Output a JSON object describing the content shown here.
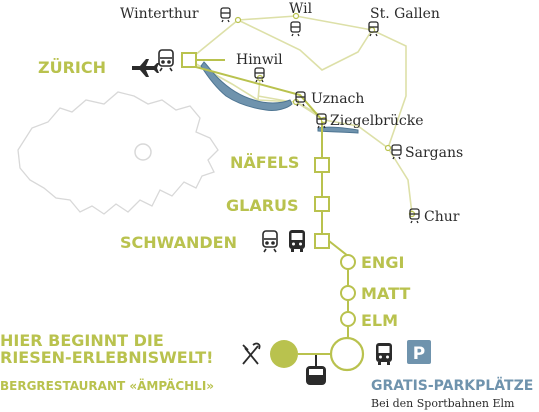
{
  "colors": {
    "accent": "#b9c24e",
    "route_light": "#dde0a8",
    "swiss_outline": "#d8d8d8",
    "water": "#6f93ad",
    "text_dark": "#2b2b2b",
    "parking_bg": "#6f93ad"
  },
  "cities": {
    "winterthur": "Winterthur",
    "wil": "Wil",
    "st_gallen": "St. Gallen",
    "hinwil": "Hinwil",
    "uznach": "Uznach",
    "ziegelbrucke": "Ziegelbrücke",
    "sargans": "Sargans",
    "chur": "Chur"
  },
  "route_stops": {
    "zurich": "ZÜRICH",
    "nafels": "NÄFELS",
    "glarus": "GLARUS",
    "schwanden": "SCHWANDEN",
    "engi": "ENGI",
    "matt": "MATT",
    "elm": "ELM"
  },
  "promo": {
    "line1": "HIER BEGINNT DIE",
    "line2": "RIESEN-ERLEBNISWELT!",
    "restaurant": "BERGRESTAURANT «ÄMPÄCHLI»"
  },
  "parking": {
    "title": "GRATIS-PARKPLÄTZE",
    "subtitle": "Bei den Sportbahnen Elm",
    "badge": "P"
  },
  "icons": [
    "train-icon",
    "bus-icon",
    "airplane-icon",
    "restaurant-icon",
    "gondola-icon",
    "parking-icon",
    "station-square-icon",
    "station-circle-icon"
  ]
}
